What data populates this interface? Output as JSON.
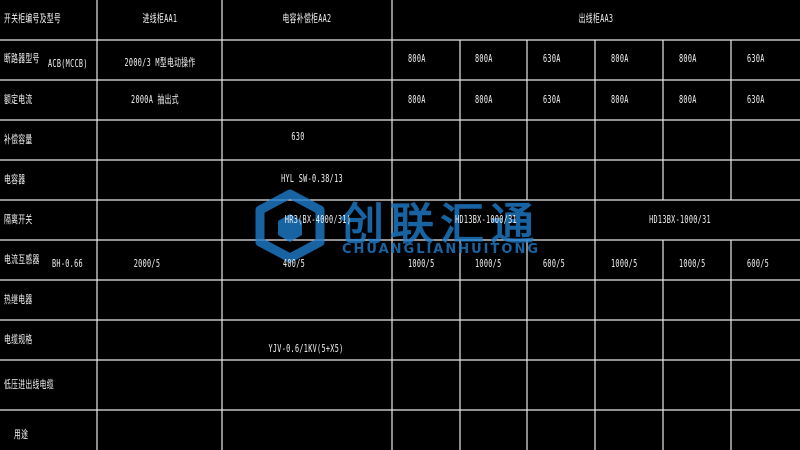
{
  "header": {
    "row_label": "开关柜编号及型号",
    "col1": "进线柜AA1",
    "col2": "电容补偿柜AA2",
    "col3": "出线柜AA3"
  },
  "rows": {
    "r1": {
      "label": "断路器型号",
      "model": "ACB(MCCB)",
      "c1": "2000/3 M型电动操作",
      "outs": [
        "800A",
        "800A",
        "630A",
        "800A",
        "800A",
        "630A"
      ]
    },
    "r2": {
      "label": "额定电流",
      "c1": "2000A 抽出式",
      "outs": [
        "800A",
        "800A",
        "630A",
        "800A",
        "800A",
        "630A"
      ]
    },
    "r3": {
      "label": "补偿容量",
      "c2": "630"
    },
    "r4": {
      "label": "电容器",
      "c2": "HYL SW-0.38/13"
    },
    "r5": {
      "label": "隔离开关",
      "c2": "HR3(BX-4000/31)",
      "mid": "HD13BX-1000/31",
      "right": "HD13BX-1000/31"
    },
    "r6": {
      "label": "电流互感器",
      "model": "BH-0.66",
      "c1": "2000/5",
      "c2": "400/5",
      "outs": [
        "1000/5",
        "1000/5",
        "600/5",
        "1000/5",
        "1000/5",
        "600/5"
      ]
    },
    "r7": {
      "label": "热继电器"
    },
    "r8": {
      "label": "电缆规格",
      "c2": "YJV-0.6/1KV(5+X5)"
    },
    "r9": {
      "label": "低压进出线电缆"
    },
    "r10": {
      "label": "用途"
    }
  },
  "watermark": {
    "brand_cn": "创联汇通",
    "brand_en": "CHUANGLIANHUITONG",
    "color": "#1f7fd0"
  }
}
